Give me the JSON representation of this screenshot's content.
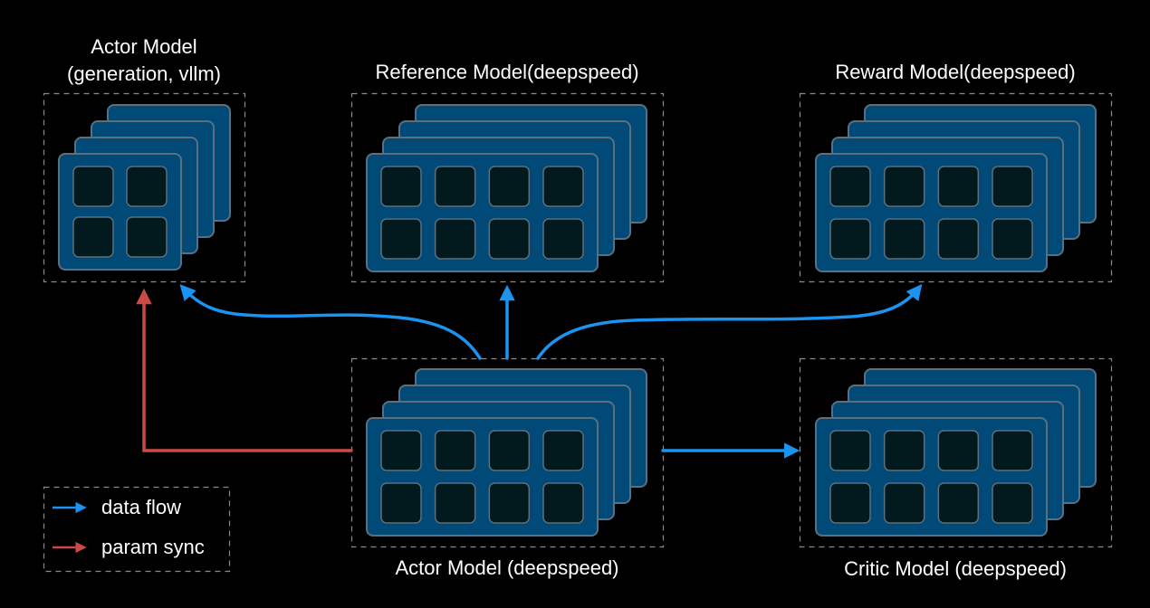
{
  "colors": {
    "background": "#000000",
    "card": "#014a78",
    "card_border": "#5b6f7e",
    "cell": "#021a1d",
    "cell_border": "#5b6f7e",
    "group_border": "#8a8a8a",
    "data_flow": "#1a94f0",
    "param_sync": "#cc4a46",
    "text": "#ffffff"
  },
  "groups": [
    {
      "id": "actor-generation",
      "title_lines": [
        "Actor Model",
        "(generation, vllm)"
      ],
      "columns": 2,
      "rows": 2,
      "stack": 4
    },
    {
      "id": "reference",
      "title_lines": [
        "Reference Model(deepspeed)"
      ],
      "columns": 4,
      "rows": 2,
      "stack": 4
    },
    {
      "id": "reward",
      "title_lines": [
        "Reward Model(deepspeed)"
      ],
      "columns": 4,
      "rows": 2,
      "stack": 4
    },
    {
      "id": "actor-deepspeed",
      "title_lines": [
        "Actor Model (deepspeed)"
      ],
      "columns": 4,
      "rows": 2,
      "stack": 4
    },
    {
      "id": "critic",
      "title_lines": [
        "Critic Model (deepspeed)"
      ],
      "columns": 4,
      "rows": 2,
      "stack": 4
    }
  ],
  "connections": [
    {
      "from": "actor-deepspeed",
      "to": "actor-generation",
      "kind": "data_flow"
    },
    {
      "from": "actor-deepspeed",
      "to": "reference",
      "kind": "data_flow"
    },
    {
      "from": "actor-deepspeed",
      "to": "reward",
      "kind": "data_flow"
    },
    {
      "from": "actor-deepspeed",
      "to": "critic",
      "kind": "data_flow"
    },
    {
      "from": "actor-deepspeed",
      "to": "actor-generation",
      "kind": "param_sync"
    }
  ],
  "legend": {
    "items": [
      {
        "kind": "data_flow",
        "label": "data flow"
      },
      {
        "kind": "param_sync",
        "label": "param sync"
      }
    ]
  }
}
